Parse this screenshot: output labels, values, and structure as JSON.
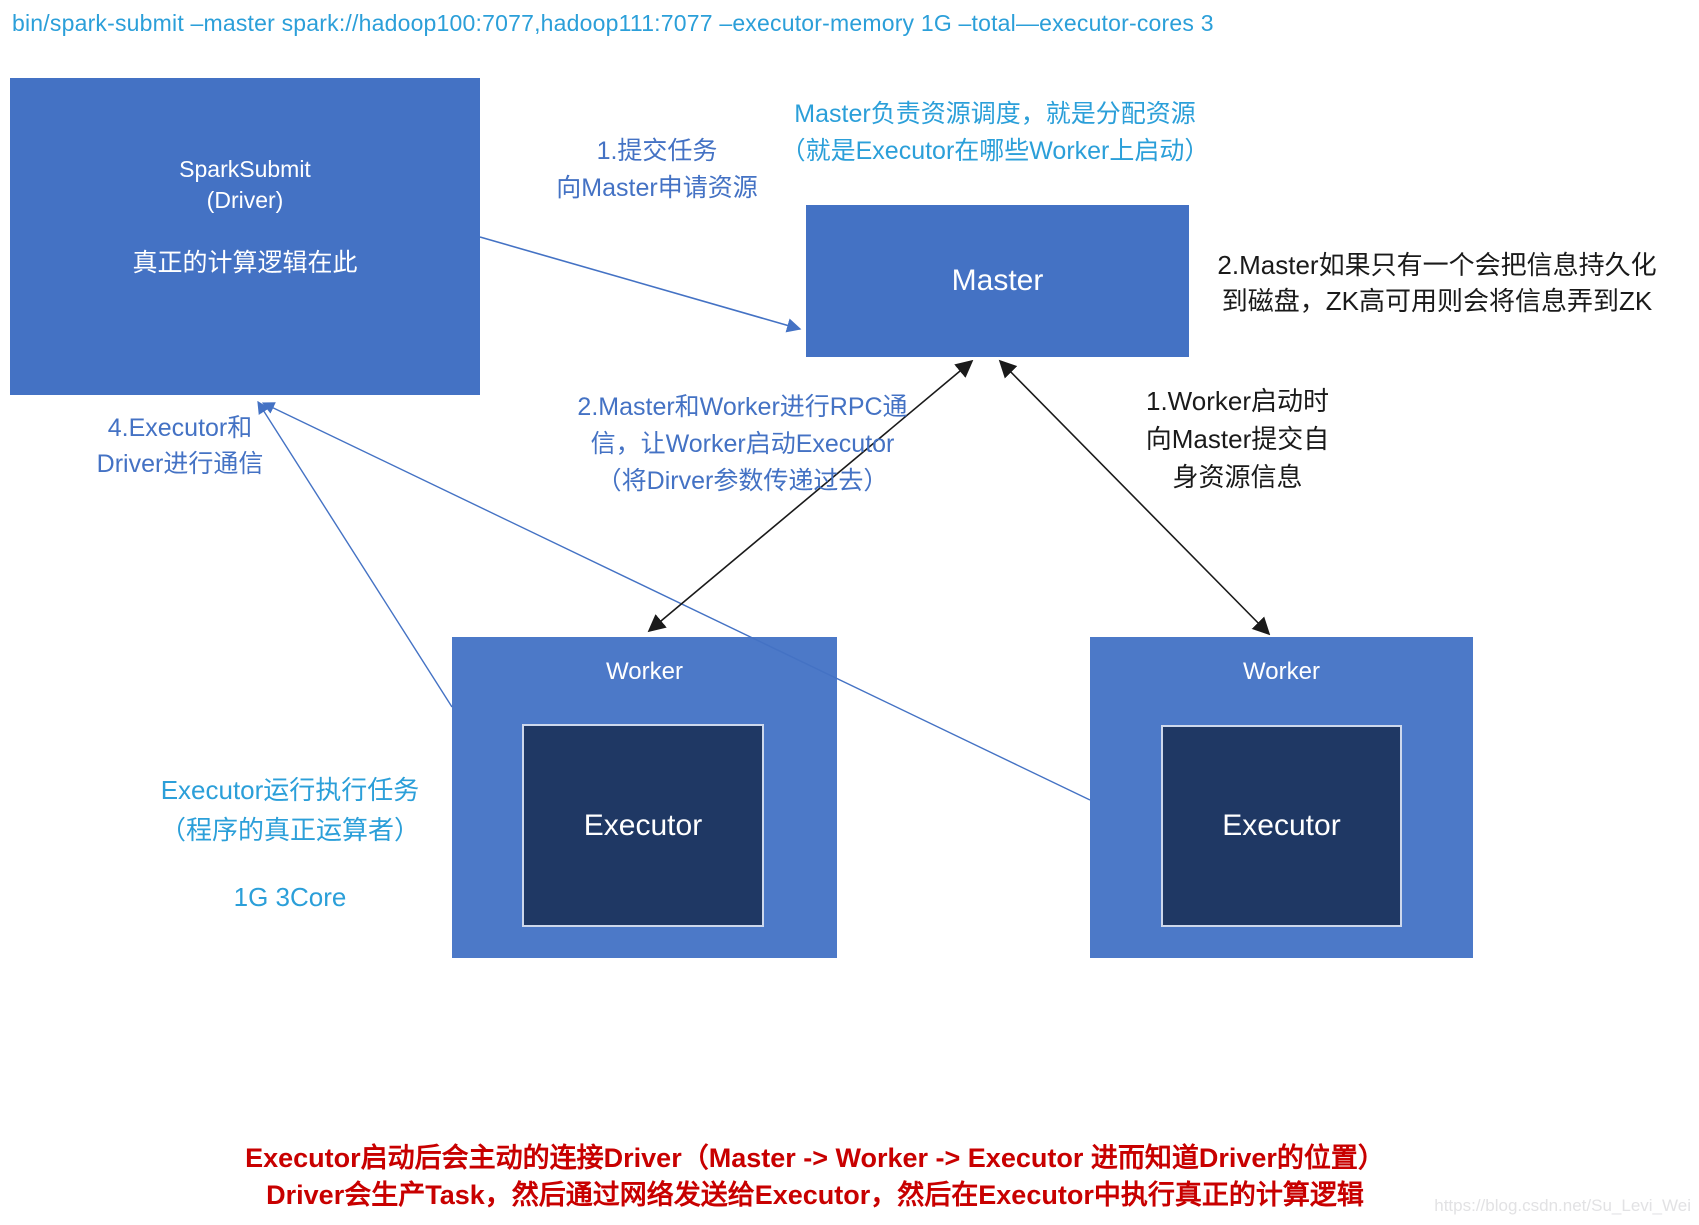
{
  "command_line": "bin/spark-submit  –master spark://hadoop100:7077,hadoop111:7077  –executor-memory 1G  –total—executor-cores 3",
  "boxes": {
    "spark_submit": {
      "title": "SparkSubmit",
      "subtitle": "(Driver)",
      "note": "真正的计算逻辑在此"
    },
    "master": {
      "label": "Master"
    },
    "worker_left": {
      "label": "Worker",
      "executor_label": "Executor"
    },
    "worker_right": {
      "label": "Worker",
      "executor_label": "Executor"
    }
  },
  "annotations": {
    "master_role": {
      "lines": [
        "Master负责资源调度，就是分配资源",
        "（就是Executor在哪些Worker上启动）"
      ]
    },
    "submit_task": {
      "lines": [
        "1.提交任务",
        "向Master申请资源"
      ]
    },
    "master_persist": {
      "lines": [
        "2.Master如果只有一个会把信息持久化",
        "到磁盘，ZK高可用则会将信息弄到ZK"
      ]
    },
    "rpc": {
      "lines": [
        "2.Master和Worker进行RPC通",
        "信，让Worker启动Executor",
        "（将Dirver参数传递过去）"
      ]
    },
    "worker_register": {
      "lines": [
        "1.Worker启动时",
        "向Master提交自",
        "身资源信息"
      ]
    },
    "executor_driver": {
      "lines": [
        "4.Executor和",
        "Driver进行通信"
      ]
    },
    "executor_run": {
      "lines": [
        "Executor运行执行任务",
        "（程序的真正运算者）"
      ]
    },
    "resources": "1G 3Core",
    "bottom_note": {
      "lines": [
        "Executor启动后会主动的连接Driver（Master -> Worker -> Executor 进而知道Driver的位置）",
        "Driver会生产Task，然后通过网络发送给Executor，然后在Executor中执行真正的计算逻辑"
      ]
    },
    "watermark": "https://blog.csdn.net/Su_Levi_Wei"
  },
  "colors": {
    "box_blue": "#4472c4",
    "worker_blue": "#4c79c8",
    "executor_navy": "#1f3864",
    "cyan_text": "#2b9fd9",
    "blue_text": "#4472c4",
    "black_text": "#1a1a1a",
    "red_text": "#c80000",
    "watermark_gray": "#e2e2e4"
  }
}
